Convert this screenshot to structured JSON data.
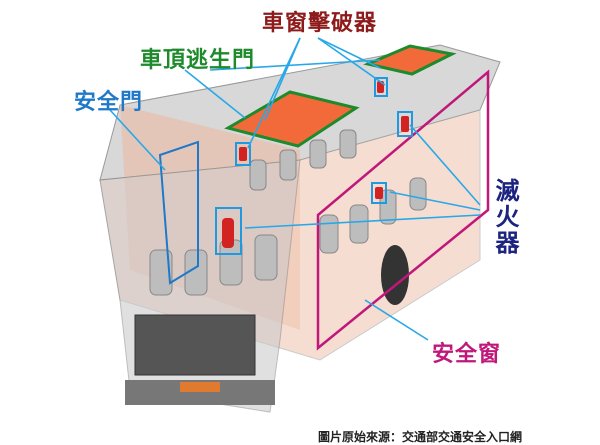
{
  "labels": {
    "window_breaker": "車窗擊破器",
    "roof_hatch": "車頂逃生門",
    "emergency_door": "安全門",
    "fire_extinguisher": "滅火器",
    "emergency_window": "安全窗"
  },
  "caption": "圖片原始來源：交通部交通安全入口網",
  "colors": {
    "window_breaker": "#8e1b1b",
    "roof_hatch": "#1d8a2c",
    "emergency_door": "#1f78c8",
    "fire_extinguisher": "#1c2380",
    "emergency_window": "#c0177a"
  }
}
